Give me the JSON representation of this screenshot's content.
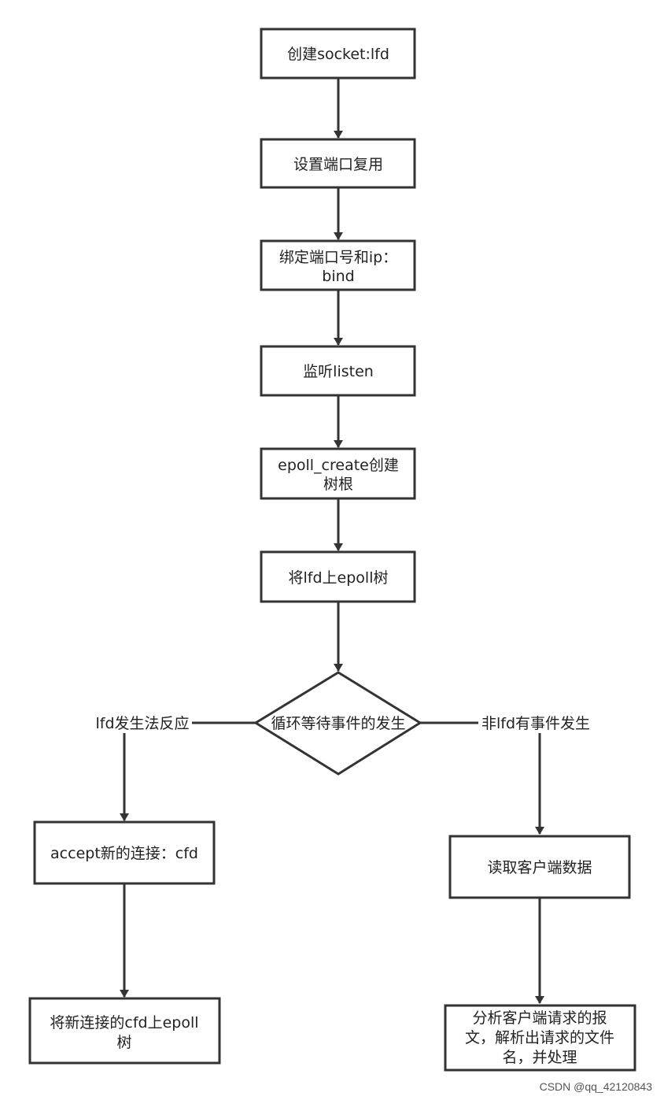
{
  "nodes": {
    "create_socket": "创建socket:lfd",
    "port_reuse": "设置端口复用",
    "bind_line1": "绑定端口号和ip：",
    "bind_line2": "bind",
    "listen": "监听listen",
    "epoll_create_line1": "epoll_create创建",
    "epoll_create_line2": "树根",
    "lfd_on_epoll": "将lfd上epoll树",
    "loop_wait": "循环等待事件的发生",
    "accept": "accept新的连接：cfd",
    "cfd_on_epoll_line1": "将新连接的cfd上epoll",
    "cfd_on_epoll_line2": "树",
    "read_client": "读取客户端数据",
    "analyze_line1": "分析客户端请求的报",
    "analyze_line2": "文，解析出请求的文件",
    "analyze_line3": "名，并处理"
  },
  "edge_labels": {
    "left_branch": "lfd发生法反应",
    "right_branch": "非lfd有事件发生"
  },
  "watermark": "CSDN @qq_42120843",
  "colors": {
    "stroke": "#333333",
    "text": "#222222",
    "background": "#ffffff"
  }
}
